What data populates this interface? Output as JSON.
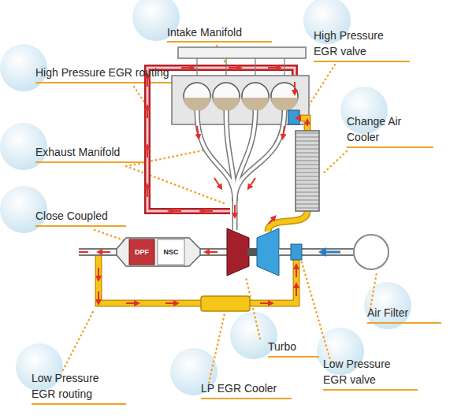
{
  "diagram": {
    "labels": [
      "Intake Manifold",
      "High Pressure EGR valve",
      "High Pressure EGR routing",
      "Change Air Cooler",
      "Exhaust Manifold",
      "Close Coupled",
      "DPF",
      "NSC",
      "Air Filter",
      "Turbo",
      "Low Pressure EGR valve",
      "LP EGR Cooler",
      "Low Pressure EGR routing"
    ]
  }
}
